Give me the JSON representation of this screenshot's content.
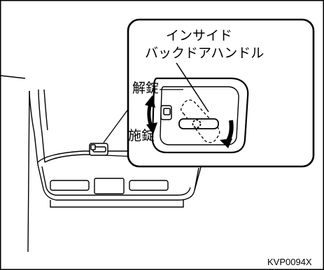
{
  "callout": {
    "line1": "インサイド",
    "line2": "バックドアハンドル"
  },
  "labels": {
    "unlock": "解錠",
    "lock": "施錠"
  },
  "figure_code": "KVP0094X"
}
